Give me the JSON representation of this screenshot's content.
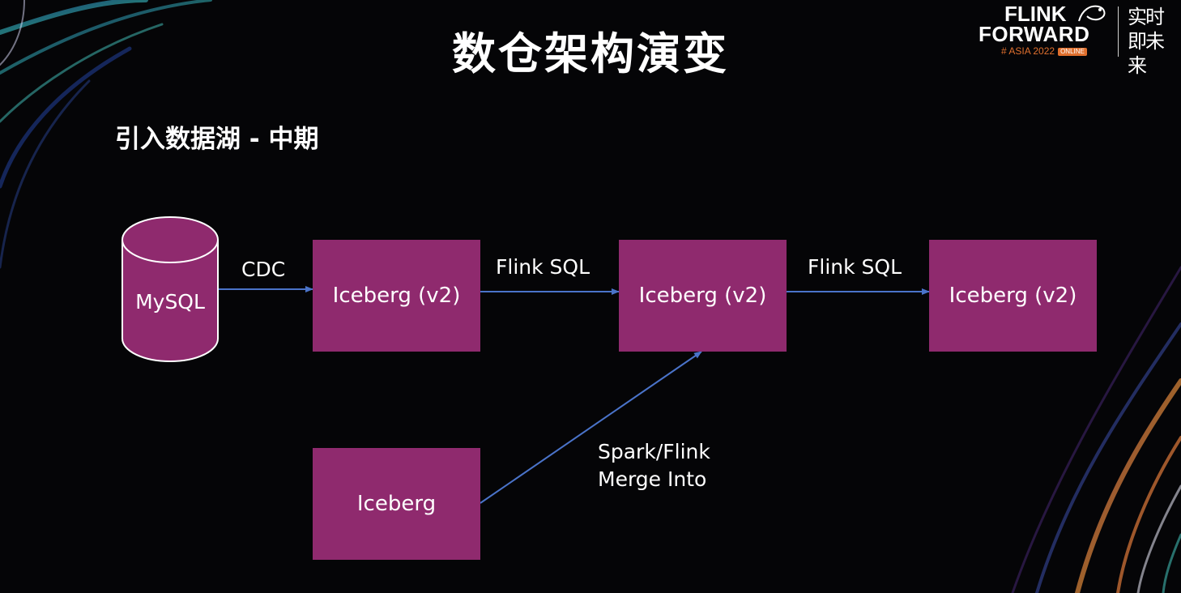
{
  "header": {
    "title": "数仓架构演变",
    "subtitle": "引入数据湖 - 中期"
  },
  "logo": {
    "line1": "FLINK",
    "line2": "FORWARD",
    "line3": "# ASIA 2022",
    "badge": "ONLINE",
    "slogan": "实时即未来"
  },
  "diagram": {
    "source": "MySQL",
    "boxes": [
      "Iceberg (v2)",
      "Iceberg (v2)",
      "Iceberg (v2)",
      "Iceberg"
    ],
    "edges": [
      "CDC",
      "Flink SQL",
      "Flink SQL"
    ],
    "merge_label_line1": "Spark/Flink",
    "merge_label_line2": "Merge Into"
  },
  "colors": {
    "background": "#050507",
    "box": "#8f2a6e",
    "arrow": "#4a73c9",
    "text": "#ffffff"
  }
}
